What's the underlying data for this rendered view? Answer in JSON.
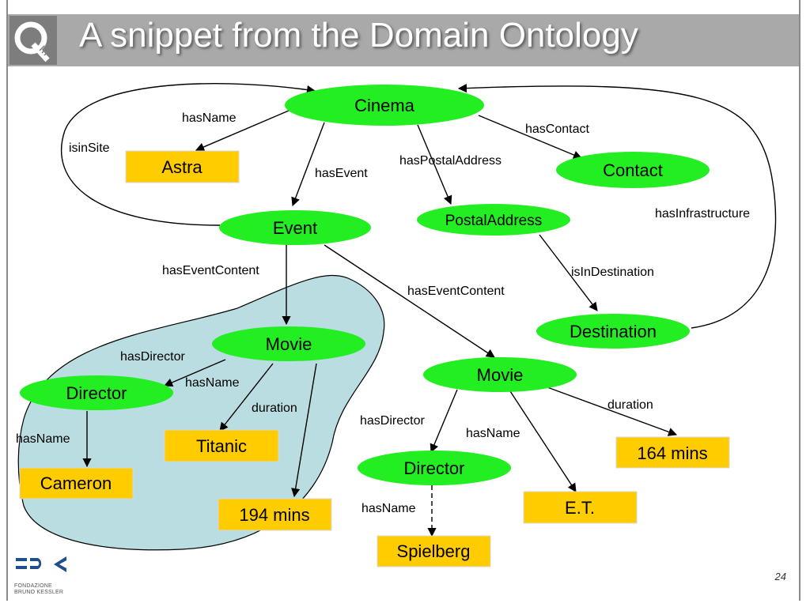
{
  "slide": {
    "title": "A snippet from the Domain Ontology",
    "page_number": "24",
    "logo_text_line1": "FONDAZIONE",
    "logo_text_line2": "BRUNO KESSLER"
  },
  "colors": {
    "class_node": "#22ee22",
    "literal_node": "#ffcc00",
    "highlight_region": "#b9dde1",
    "title_bar": "#a9a9a9"
  },
  "nodes": {
    "cinema": "Cinema",
    "astra": "Astra",
    "contact": "Contact",
    "event": "Event",
    "postal_address": "PostalAddress",
    "destination": "Destination",
    "movie_left": "Movie",
    "director_left": "Director",
    "titanic": "Titanic",
    "cameron": "Cameron",
    "mins_194": "194 mins",
    "movie_right": "Movie",
    "director_right": "Director",
    "mins_164": "164 mins",
    "et": "E.T.",
    "spielberg": "Spielberg"
  },
  "edges": {
    "cinema_hasname": "hasName",
    "issite": "isinSite",
    "cinema_hasevent": "hasEvent",
    "cinema_haspostal": "hasPostalAddress",
    "cinema_hascontact": "hasContact",
    "hasinfrastructure": "hasInfrastructure",
    "isindestination": "isInDestination",
    "event_content_left": "hasEventContent",
    "event_content_right": "hasEventContent",
    "movie_left_hasdirector": "hasDirector",
    "movie_left_hasname": "hasName",
    "movie_left_duration": "duration",
    "director_left_hasname": "hasName",
    "movie_right_hasdirector": "hasDirector",
    "movie_right_hasname": "hasName",
    "movie_right_duration": "duration",
    "director_right_hasname": "hasName"
  }
}
